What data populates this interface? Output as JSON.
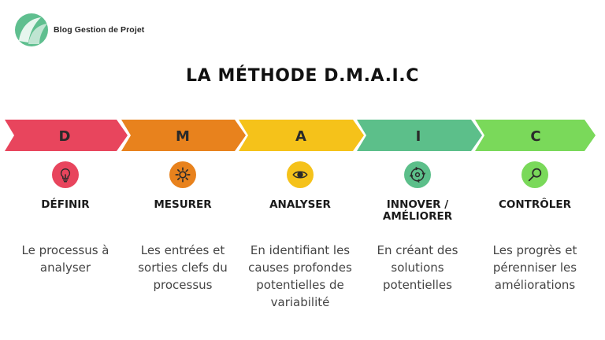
{
  "brand": {
    "name": "Blog Gestion de Projet"
  },
  "title": "LA MÉTHODE D.M.A.I.C",
  "steps": [
    {
      "letter": "D",
      "name": "DÉFINIR",
      "description": "Le processus à\nanalyser",
      "color": "#e8455d",
      "icon": "lightbulb-icon"
    },
    {
      "letter": "M",
      "name": "MESURER",
      "description": "Les entrées et\nsorties clefs du\nprocessus",
      "color": "#e8821d",
      "icon": "gear-icon"
    },
    {
      "letter": "A",
      "name": "ANALYSER",
      "description": "En identifiant les\ncauses profondes\npotentielles de\nvariabilité",
      "color": "#f5c21a",
      "icon": "eye-icon"
    },
    {
      "letter": "I",
      "name": "INNOVER /\nAMÉLIORER",
      "description": "En créant des\nsolutions\npotentielles",
      "color": "#5cbf8a",
      "icon": "cycle-icon"
    },
    {
      "letter": "C",
      "name": "CONTRÔLER",
      "description": "Les progrès et\npérenniser les\naméliorations",
      "color": "#7ad95a",
      "icon": "magnifier-icon"
    }
  ]
}
